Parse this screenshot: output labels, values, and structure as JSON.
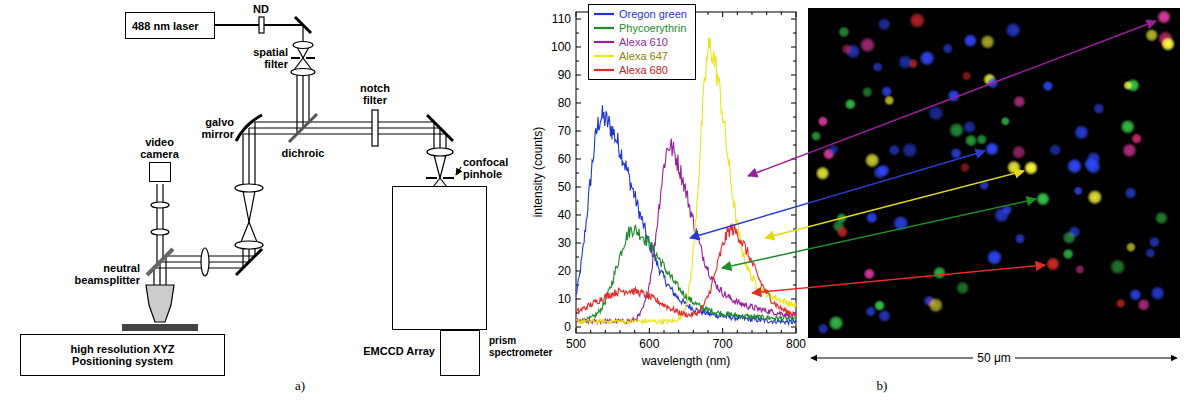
{
  "diagram": {
    "nodes": [
      {
        "text": [
          "488 nm laser"
        ]
      },
      {
        "text": [
          "video camera"
        ]
      },
      {
        "text": [
          "prism spectrometer"
        ]
      },
      {
        "text": [
          "EMCCD Array"
        ]
      },
      {
        "text": [
          "high resolution XYZ Positioning system"
        ]
      }
    ],
    "labels": [
      "ND",
      "spatial filter",
      "galvo mirror",
      "notch filter",
      "dichroic",
      "confocal pinhole",
      "neutral beamsplitter",
      "a)",
      "110",
      "100",
      "90",
      "80",
      "70",
      "60",
      "50",
      "40",
      "30",
      "20",
      "10",
      "0",
      "500",
      "600",
      "700",
      "800",
      "intensity (counts)",
      "wavelength (nm)",
      "50 μm",
      "b)"
    ],
    "legend": [
      {
        "text": "Oregon green"
      },
      {
        "text": "Phycoerythrin"
      },
      {
        "text": "Alexa 610"
      },
      {
        "text": "Alexa 647"
      },
      {
        "text": "Alexa 680"
      }
    ]
  }
}
